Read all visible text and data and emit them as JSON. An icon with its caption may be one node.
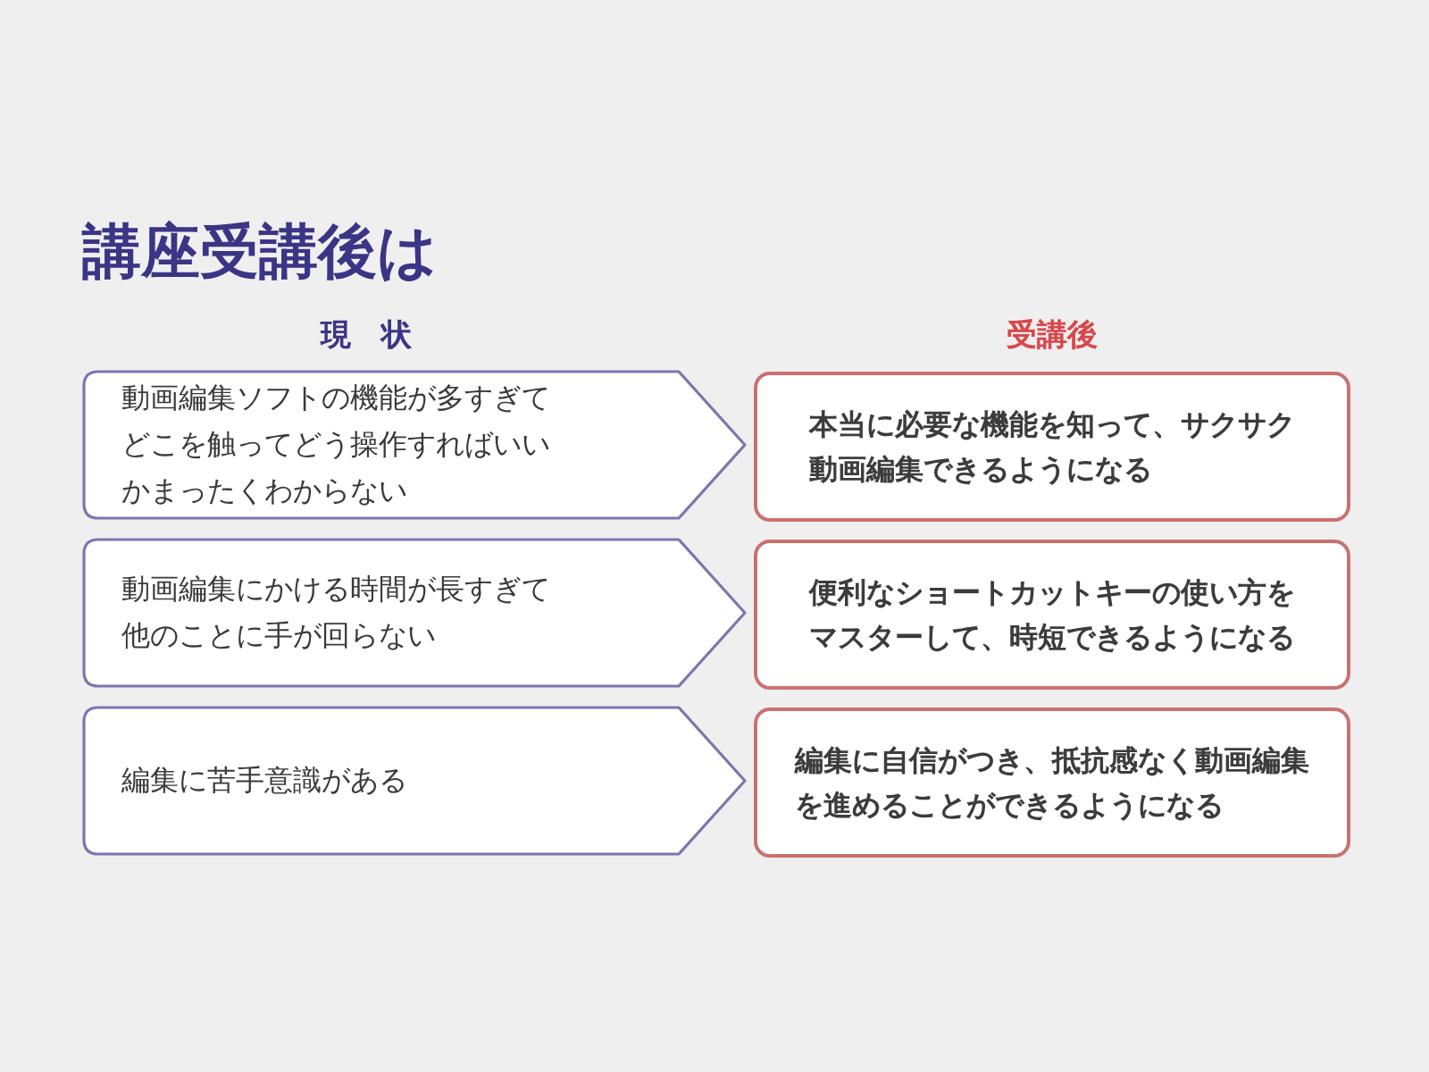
{
  "diagram": {
    "title": "講座受講後は",
    "nodes": [
      {
        "text": [
          "動画編集ソフトの機能が多すぎてどこを触ってどう操作すればいいかまったくわからない"
        ]
      },
      {
        "text": [
          "本当に必要な機能を知って、サクサク動画編集できるようになる"
        ]
      },
      {
        "text": [
          "動画編集にかける時間が長すぎて他のことに手が回らない"
        ]
      },
      {
        "text": [
          "便利なショートカットキーの使い方をマスターして、時短できるようになる"
        ]
      },
      {
        "text": [
          "編集に苦手意識がある"
        ]
      },
      {
        "text": [
          "編集に自信がつき、抵抗感なく動画編集を進めることができるようになる"
        ]
      }
    ],
    "labels": [
      "現　状",
      "受講後"
    ]
  }
}
